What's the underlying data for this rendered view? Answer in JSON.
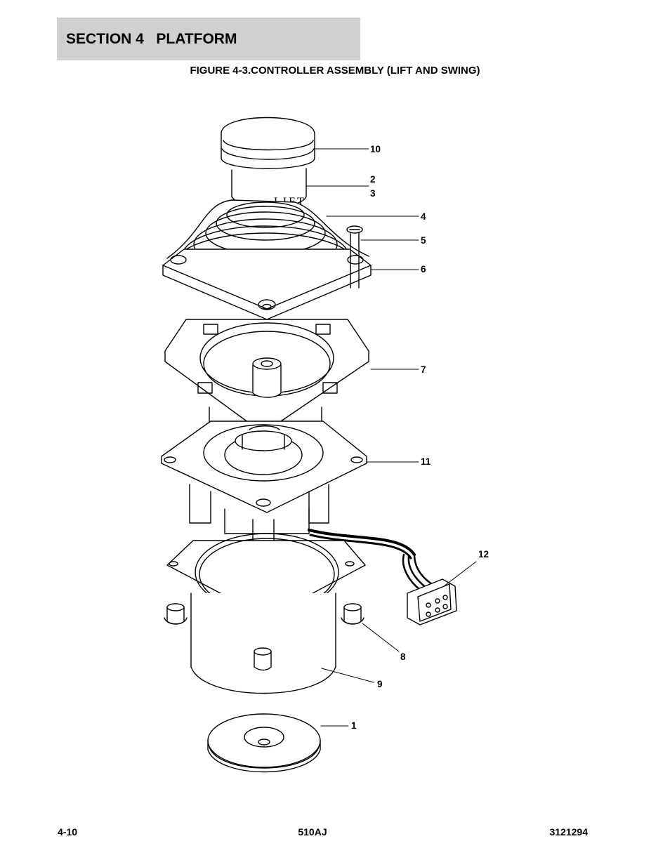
{
  "header": {
    "section": "SECTION 4",
    "name": "PLATFORM"
  },
  "figure": {
    "title": "FIGURE 4-3.CONTROLLER ASSEMBLY (LIFT AND SWING)",
    "knob_label": "LIFT",
    "callouts": [
      "10",
      "2",
      "3",
      "4",
      "5",
      "6",
      "7",
      "11",
      "12",
      "8",
      "9",
      "1"
    ]
  },
  "footer": {
    "page": "4-10",
    "model": "510AJ",
    "doc_number": "3121294"
  }
}
